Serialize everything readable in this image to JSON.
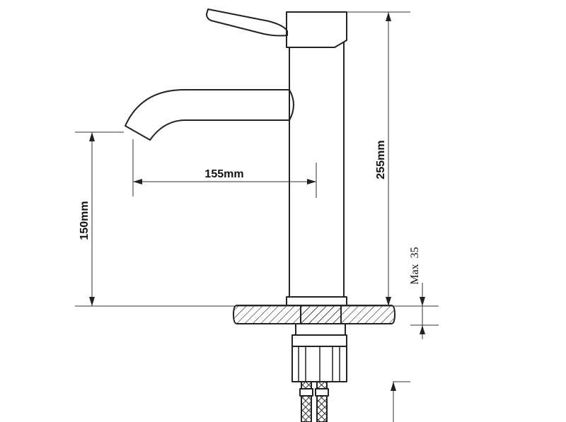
{
  "dimensions": {
    "reach": "155mm",
    "spout_height": "150mm",
    "total_height": "255mm",
    "deck_thickness": "Max  35"
  }
}
